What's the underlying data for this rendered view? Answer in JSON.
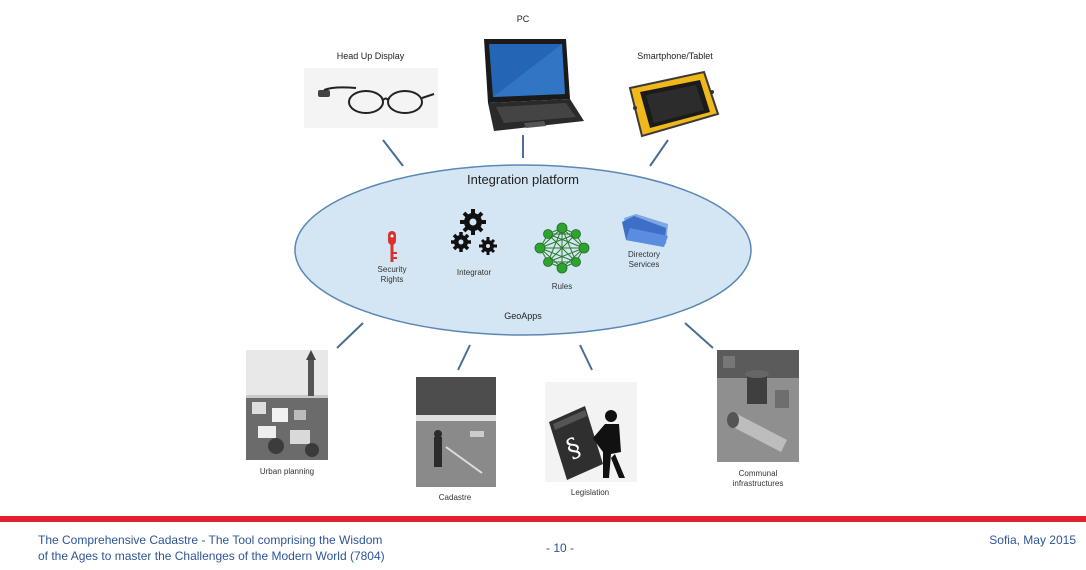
{
  "devices": {
    "hud": "Head Up Display",
    "pc": "PC",
    "smartphone": "Smartphone/Tablet"
  },
  "platform": {
    "title": "Integration platform",
    "security": [
      "Security",
      "Rights"
    ],
    "integrator": "Integrator",
    "rules": "Rules",
    "directory": [
      "Directory",
      "Services"
    ],
    "geoapps": "GeoApps"
  },
  "apps": {
    "urban": "Urban planning",
    "cadastre": "Cadastre",
    "legislation": "Legislation",
    "communal": [
      "Communal",
      "infrastructures"
    ]
  },
  "footer": {
    "title_line1": "The Comprehensive Cadastre - The Tool comprising the Wisdom",
    "title_line2": "of the Ages to master the Challenges of the Modern World (7804)",
    "page": "- 10 -",
    "place_date": "Sofia, May 2015"
  },
  "colors": {
    "ellipse_fill": "#d4e6f3",
    "ellipse_stroke": "#5b87b7",
    "connector": "#4a6d96",
    "footer_bar": "#e21f2c",
    "footer_text": "#2e5597",
    "rules_nodes": "#2fa32f",
    "security_key": "#d8342b",
    "folder": "#3d6fc9"
  }
}
